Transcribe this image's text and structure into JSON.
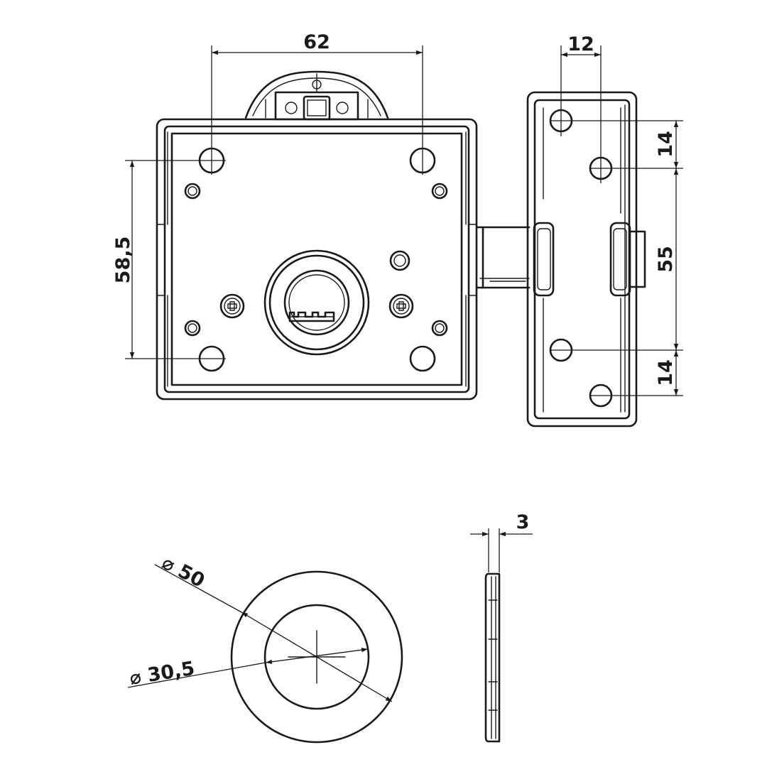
{
  "dimensions": {
    "width_holes": "62",
    "height_holes": "58,5",
    "strike_width": "12",
    "strike_top_spacing": "14",
    "strike_middle_spacing": "55",
    "strike_bottom_spacing": "14",
    "rosette_thickness": "3",
    "rosette_outer_diameter": "⌀ 50",
    "rosette_inner_diameter": "⌀ 30,5"
  }
}
